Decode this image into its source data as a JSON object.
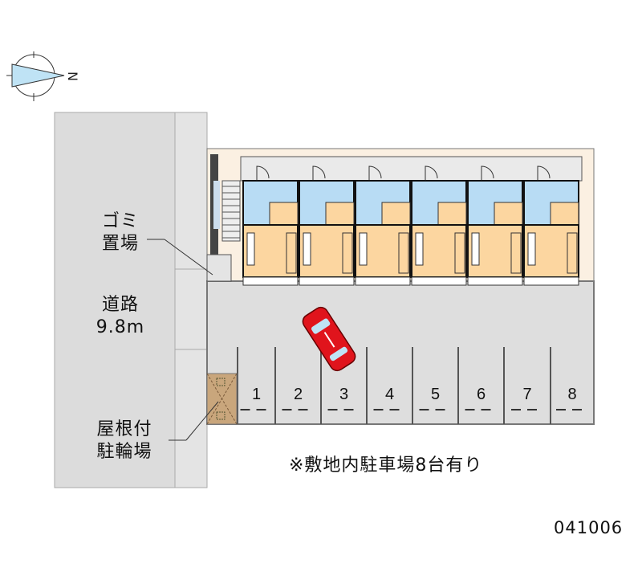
{
  "compass": {
    "north_label": "N",
    "icon": "compass-north-arrow-icon"
  },
  "labels": {
    "garbage_line1": "ゴミ",
    "garbage_line2": "置場",
    "road_line1": "道路",
    "road_line2": "9.8m",
    "bike_line1": "屋根付",
    "bike_line2": "駐輪場",
    "parking_note": "※敷地内駐車場8台有り",
    "property_code": "041006"
  },
  "building": {
    "unit_count": 6
  },
  "parking": {
    "spaces": [
      "1",
      "2",
      "3",
      "4",
      "5",
      "6",
      "7",
      "8"
    ]
  },
  "colors": {
    "road": "#dcdcdc",
    "site_beige": "#fbf0e2",
    "room_orange": "#fcd6a0",
    "wet_blue": "#b8dcf4",
    "parking_gray": "#dedede",
    "bike_tan": "#c9a67c",
    "car_red": "#e0141c"
  }
}
